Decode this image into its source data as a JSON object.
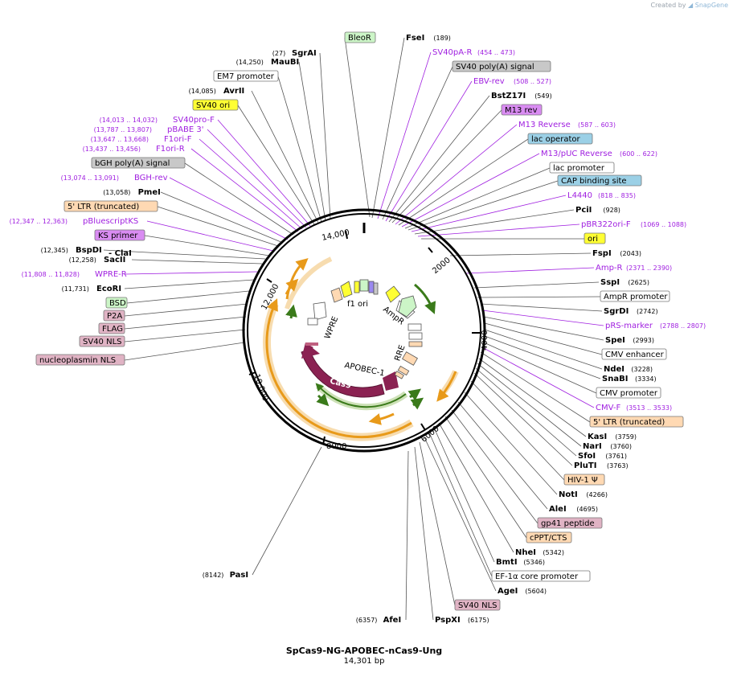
{
  "credit": {
    "prefix": "Created by",
    "brand": "SnapGene"
  },
  "plasmid": {
    "name": "SpCas9-NG-APOBEC-nCas9-Ung",
    "length": "14,301 bp"
  },
  "map_labels": {
    "tick_14000": "14,000",
    "tick_2000": "2000",
    "tick_12000": "12,000",
    "tick_4000": "4000",
    "tick_10000": "10,000",
    "tick_6000": "6000",
    "tick_8000": "8000",
    "f1ori": "f1 ori",
    "ampr": "AmpR",
    "wpre": "WPRE",
    "rre": "RRE",
    "apobec": "APOBEC-1",
    "cas9": "Cas9"
  },
  "colors": {
    "primer": "#a020e0",
    "site": "#000000",
    "feature_yellow": "#ffff33",
    "feature_green": "#ccf5c7",
    "feature_purple": "#d98cf2",
    "feature_blue": "#9bd0e6",
    "feature_peach": "#ffd9b3",
    "feature_pink": "#e0b3c4",
    "feature_gray": "#c8c8c8",
    "cas9": "#8b2252",
    "orange": "#e89a1a",
    "green_arrow": "#6fa832"
  },
  "annotations_left": [
    {
      "pos": "(27)",
      "name": "SgrAI",
      "type": "site"
    },
    {
      "pos": "(14,250)",
      "name": "MauBI",
      "type": "site"
    },
    {
      "name": "EM7 promoter",
      "type": "box",
      "color": "white"
    },
    {
      "pos": "(14,085)",
      "name": "AvrII",
      "type": "site"
    },
    {
      "name": "SV40 ori",
      "type": "box",
      "color": "yellow"
    },
    {
      "pos": "(14,013 .. 14,032)",
      "name": "SV40pro-F",
      "type": "primer"
    },
    {
      "pos": "(13,787 .. 13,807)",
      "name": "pBABE 3'",
      "type": "primer"
    },
    {
      "pos": "(13,647 .. 13,668)",
      "name": "F1ori-F",
      "type": "primer"
    },
    {
      "pos": "(13,437 .. 13,456)",
      "name": "F1ori-R",
      "type": "primer"
    },
    {
      "name": "bGH poly(A) signal",
      "type": "box",
      "color": "gray"
    },
    {
      "pos": "(13,074 .. 13,091)",
      "name": "BGH-rev",
      "type": "primer"
    },
    {
      "pos": "(13,058)",
      "name": "PmeI",
      "type": "site"
    },
    {
      "name": "5' LTR (truncated)",
      "type": "box",
      "color": "peach"
    },
    {
      "pos": "(12,347 .. 12,363)",
      "name": "pBluescriptKS",
      "type": "primer"
    },
    {
      "name": "KS primer",
      "type": "box",
      "color": "purple"
    },
    {
      "pos": "(12,345)",
      "name": "BspDI",
      "type": "site"
    },
    {
      "pos": "(12,258)",
      "name": "SacII",
      "type": "site"
    },
    {
      "pos": "(11,808 .. 11,828)",
      "name": "WPRE-R",
      "type": "primer"
    },
    {
      "pos": "(11,731)",
      "name": "EcoRI",
      "type": "site"
    },
    {
      "name": "BSD",
      "type": "box",
      "color": "green"
    },
    {
      "name": "P2A",
      "type": "box",
      "color": "pink"
    },
    {
      "name": "FLAG",
      "type": "box",
      "color": "pink"
    },
    {
      "name": "SV40 NLS",
      "type": "box",
      "color": "pink"
    },
    {
      "name": "nucleoplasmin NLS",
      "type": "box",
      "color": "pink"
    },
    {
      "pos": "(8142)",
      "name": "PasI",
      "type": "site"
    },
    {
      "pos": "(6357)",
      "name": "AfeI",
      "type": "site"
    }
  ],
  "clai": "- ClaI",
  "annotations_right": [
    {
      "name": "BleoR",
      "type": "box",
      "color": "green"
    },
    {
      "name": "FseI",
      "pos": "(189)",
      "type": "site"
    },
    {
      "name": "SV40pA-R",
      "pos": "(454 .. 473)",
      "type": "primer"
    },
    {
      "name": "SV40 poly(A) signal",
      "type": "box",
      "color": "gray"
    },
    {
      "name": "EBV-rev",
      "pos": "(508 .. 527)",
      "type": "primer"
    },
    {
      "name": "BstZ17I",
      "pos": "(549)",
      "type": "site"
    },
    {
      "name": "M13 rev",
      "type": "box",
      "color": "purple"
    },
    {
      "name": "M13 Reverse",
      "pos": "(587 .. 603)",
      "type": "primer"
    },
    {
      "name": "lac operator",
      "type": "box",
      "color": "blue"
    },
    {
      "name": "M13/pUC Reverse",
      "pos": "(600 .. 622)",
      "type": "primer"
    },
    {
      "name": "lac promoter",
      "type": "box",
      "color": "white"
    },
    {
      "name": "CAP binding site",
      "type": "box",
      "color": "blue"
    },
    {
      "name": "L4440",
      "pos": "(818 .. 835)",
      "type": "primer"
    },
    {
      "name": "PciI",
      "pos": "(928)",
      "type": "site"
    },
    {
      "name": "pBR322ori-F",
      "pos": "(1069 .. 1088)",
      "type": "primer"
    },
    {
      "name": "ori",
      "type": "box",
      "color": "yellow"
    },
    {
      "name": "FspI",
      "pos": "(2043)",
      "type": "site"
    },
    {
      "name": "Amp-R",
      "pos": "(2371 .. 2390)",
      "type": "primer"
    },
    {
      "name": "SspI",
      "pos": "(2625)",
      "type": "site"
    },
    {
      "name": "AmpR promoter",
      "type": "box",
      "color": "white"
    },
    {
      "name": "SgrDI",
      "pos": "(2742)",
      "type": "site"
    },
    {
      "name": "pRS-marker",
      "pos": "(2788 .. 2807)",
      "type": "primer"
    },
    {
      "name": "SpeI",
      "pos": "(2993)",
      "type": "site"
    },
    {
      "name": "CMV enhancer",
      "type": "box",
      "color": "white"
    },
    {
      "name": "NdeI",
      "pos": "(3228)",
      "type": "site"
    },
    {
      "name": "SnaBI",
      "pos": "(3334)",
      "type": "site"
    },
    {
      "name": "CMV promoter",
      "type": "box",
      "color": "white"
    },
    {
      "name": "CMV-F",
      "pos": "(3513 .. 3533)",
      "type": "primer"
    },
    {
      "name": "5' LTR (truncated)",
      "type": "box",
      "color": "peach"
    },
    {
      "name": "KasI",
      "pos": "(3759)",
      "type": "site"
    },
    {
      "name": "NarI",
      "pos": "(3760)",
      "type": "site"
    },
    {
      "name": "SfoI",
      "pos": "(3761)",
      "type": "site"
    },
    {
      "name": "PluTI",
      "pos": "(3763)",
      "type": "site"
    },
    {
      "name": "HIV-1 Ψ",
      "type": "box",
      "color": "peach"
    },
    {
      "name": "NotI",
      "pos": "(4266)",
      "type": "site"
    },
    {
      "name": "AleI",
      "pos": "(4695)",
      "type": "site"
    },
    {
      "name": "gp41 peptide",
      "type": "box",
      "color": "pink"
    },
    {
      "name": "cPPT/CTS",
      "type": "box",
      "color": "peach"
    },
    {
      "name": "NheI",
      "pos": "(5342)",
      "type": "site"
    },
    {
      "name": "BmtI",
      "pos": "(5346)",
      "type": "site"
    },
    {
      "name": "EF-1α core promoter",
      "type": "box",
      "color": "white"
    },
    {
      "name": "AgeI",
      "pos": "(5604)",
      "type": "site"
    },
    {
      "name": "SV40 NLS",
      "type": "box",
      "color": "pink"
    },
    {
      "name": "PspXI",
      "pos": "(6175)",
      "type": "site"
    }
  ]
}
